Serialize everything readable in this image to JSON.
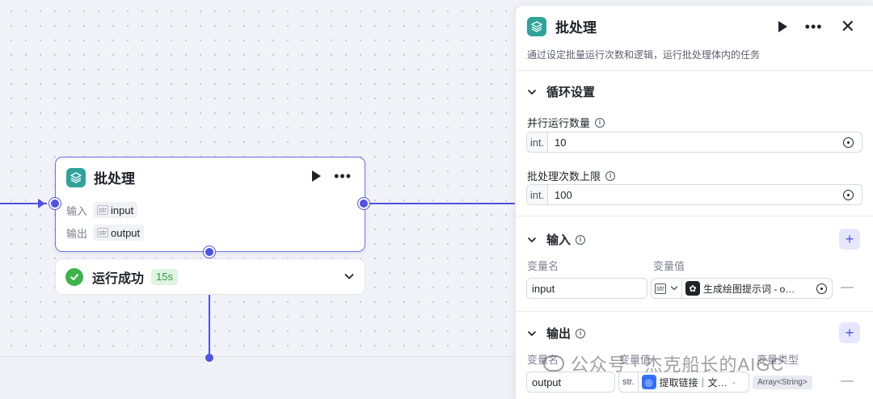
{
  "node": {
    "title": "批处理",
    "input_label": "输入",
    "input_type": "str",
    "input_var": "input",
    "output_label": "输出",
    "output_type": "str",
    "output_var": "output"
  },
  "status": {
    "text": "运行成功",
    "duration": "15s"
  },
  "panel": {
    "title": "批处理",
    "description": "通过设定批量运行次数和逻辑，运行批处理体内的任务",
    "loop_section": {
      "title": "循环设置",
      "parallel_label": "并行运行数量",
      "parallel_prefix": "int.",
      "parallel_value": "10",
      "max_label": "批处理次数上限",
      "max_prefix": "int.",
      "max_value": "100"
    },
    "input_section": {
      "title": "输入",
      "col_name": "变量名",
      "col_value": "变量值",
      "rows": [
        {
          "name": "input",
          "type": "str",
          "ref": "生成绘图提示词 - o…"
        }
      ]
    },
    "output_section": {
      "title": "输出",
      "col_name": "变量名",
      "col_value": "变量值",
      "col_type": "变量类型",
      "rows": [
        {
          "name": "output",
          "type": "str.",
          "ref": "提取链接｜文…",
          "ref_tail": "-",
          "var_type": "Array<String>"
        }
      ]
    }
  },
  "watermark": "公众号 · 杰克船长的AIGC",
  "colors": {
    "accent": "#4f52e4",
    "node_icon": "#2fa39a",
    "success": "#3bb54a"
  },
  "icons": [
    "layers-icon",
    "play-icon",
    "more-icon",
    "close-icon",
    "chevron-down-icon",
    "info-icon",
    "plus-icon",
    "minus-icon",
    "check-icon"
  ]
}
